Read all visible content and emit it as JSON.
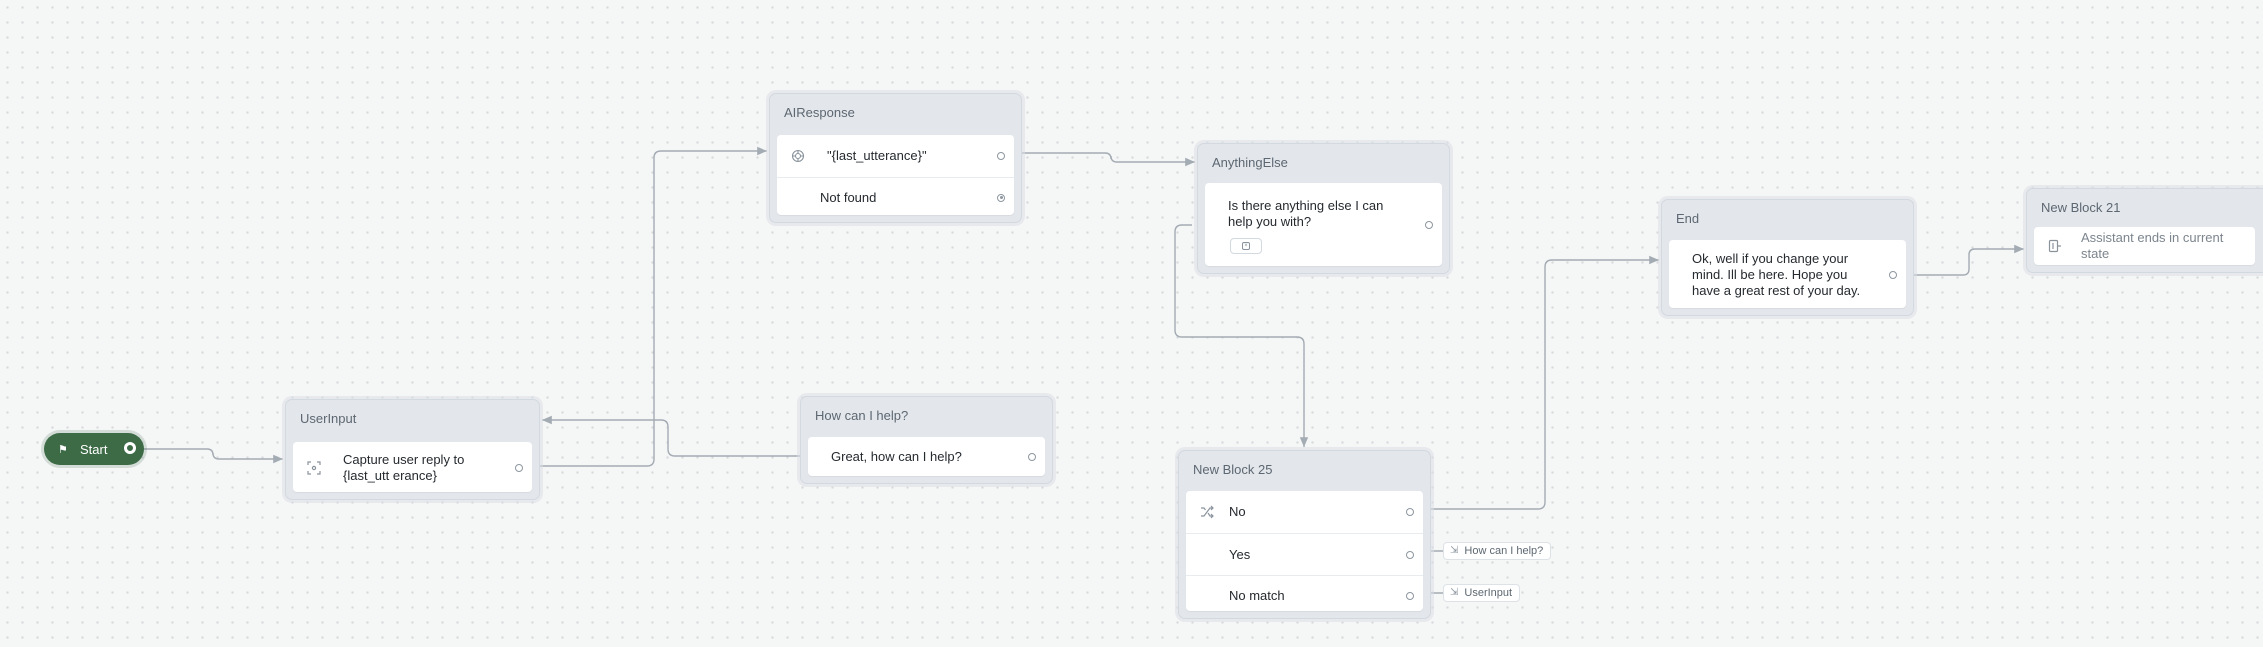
{
  "start": {
    "label": "Start"
  },
  "blocks": {
    "user_input": {
      "title": "UserInput",
      "steps": [
        {
          "text": "Capture user reply to {last_utt erance}",
          "icon": "capture-icon"
        }
      ]
    },
    "ai_response": {
      "title": "AIResponse",
      "steps": [
        {
          "text": "\"{last_utterance}\"",
          "icon": "ai-sparkle-icon"
        },
        {
          "text": "Not found"
        }
      ]
    },
    "how_can_i_help": {
      "title": "How can I help?",
      "steps": [
        {
          "text": "Great, how can I help?"
        }
      ]
    },
    "anything_else": {
      "title": "AnythingElse",
      "steps": [
        {
          "text": "Is there anything else I can help you with?"
        }
      ]
    },
    "new_block_25": {
      "title": "New Block 25",
      "steps": [
        {
          "text": "No",
          "icon": "condition-icon"
        },
        {
          "text": "Yes"
        },
        {
          "text": "No match"
        }
      ],
      "links": [
        {
          "label": "How can I help?",
          "icon": "go-to-block-icon"
        },
        {
          "label": "UserInput",
          "icon": "go-to-block-icon"
        }
      ]
    },
    "end": {
      "title": "End",
      "steps": [
        {
          "text": "Ok, well if you change your mind. Ill be here. Hope you have a great rest of your day."
        }
      ]
    },
    "new_block_21": {
      "title": "New Block 21",
      "steps": [
        {
          "text": "Assistant ends in current state",
          "icon": "exit-icon"
        }
      ]
    }
  },
  "colors": {
    "canvas": "#f5f6f6",
    "start_green": "#3c6b46",
    "edge": "#a3abb3",
    "block_header": "#e3e7ec"
  }
}
